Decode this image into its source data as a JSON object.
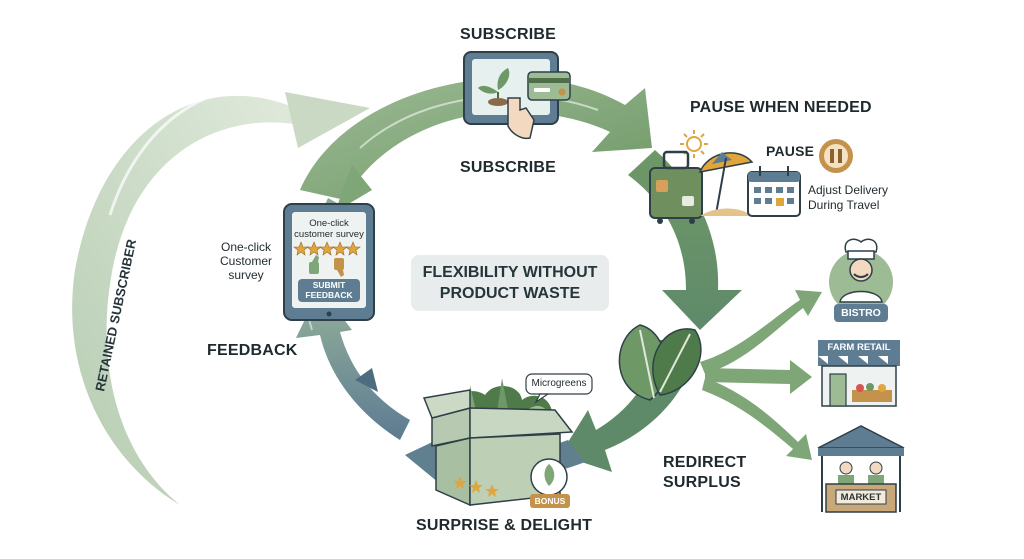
{
  "center": {
    "line1": "FLEXIBILITY WITHOUT",
    "line2": "PRODUCT WASTE"
  },
  "stages": {
    "subscribe_top": "SUBSCRIBE",
    "subscribe_mid": "SUBSCRIBE",
    "pause": {
      "title": "PAUSE WHEN NEEDED",
      "pause_label": "PAUSE",
      "desc_line1": "Adjust Delivery",
      "desc_line2": "During Travel"
    },
    "redirect": {
      "line1": "REDIRECT",
      "line2": "SURPLUS"
    },
    "surprise": {
      "title": "SURPRISE & DELIGHT",
      "tag": "Microgreens",
      "bonus": "BONUS"
    },
    "feedback": {
      "title": "FEEDBACK",
      "side_line1": "One-click",
      "side_line2": "Customer",
      "side_line3": "survey",
      "screen_line1": "One-click",
      "screen_line2": "customer survey",
      "button_line1": "SUBMIT",
      "button_line2": "FEEDBACK"
    },
    "retained": "RETAINED SUBSCRIBER"
  },
  "destinations": {
    "bistro": "BISTRO",
    "farm_retail": "FARM RETAIL",
    "market": "MARKET"
  },
  "colors": {
    "green_dark": "#6f9867",
    "green_light": "#9dbb95",
    "teal": "#5f8286",
    "slate": "#5f7d94",
    "pale_green": "#cfdcc9",
    "gold": "#c4924a"
  },
  "icons": [
    "tablet-hand-icon",
    "credit-card-icon",
    "luggage-icon",
    "beach-umbrella-icon",
    "sun-icon",
    "calendar-icon",
    "pause-icon",
    "tablet-survey-icon",
    "thumbs-up-icon",
    "thumbs-down-icon",
    "veggie-box-icon",
    "leafy-greens-icon",
    "chef-icon",
    "storefront-icon",
    "market-stall-icon"
  ]
}
